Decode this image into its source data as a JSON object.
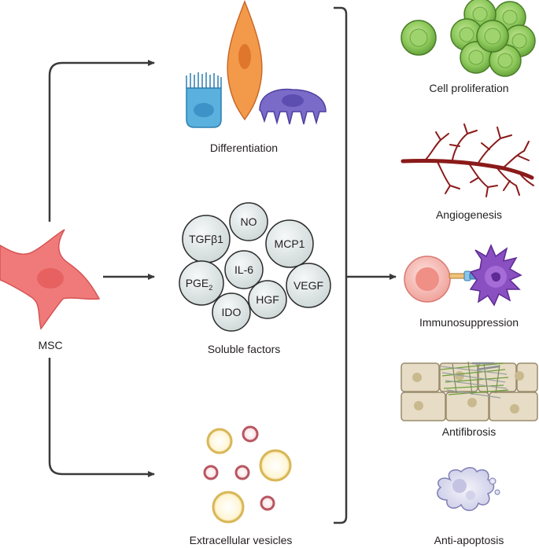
{
  "source": {
    "label": "MSC"
  },
  "mechanisms": {
    "differentiation": "Differentiation",
    "soluble_factors": "Soluble factors",
    "extracellular_vesicles": "Extracellular vesicles"
  },
  "factors": {
    "no": "NO",
    "tgfb1": "TGFβ1",
    "mcp1": "MCP1",
    "il6": "IL-6",
    "pge2_main": "PGE",
    "pge2_sub": "2",
    "vegf": "VEGF",
    "hgf": "HGF",
    "ido": "IDO"
  },
  "outcomes": {
    "cell_proliferation": "Cell proliferation",
    "angiogenesis": "Angiogenesis",
    "immunosuppression": "Immunosuppression",
    "antifibrosis": "Antifibrosis",
    "anti_apoptosis": "Anti-apoptosis"
  },
  "colors": {
    "arrow": "#3a3a3a",
    "msc": "#f07a7a",
    "factor_fill": "#dfe6e6",
    "green_cell": "#8cc85a",
    "vessel": "#8b1a1a",
    "purple_cell": "#8a4fc0",
    "fibro_tile": "#e7dcc6"
  }
}
